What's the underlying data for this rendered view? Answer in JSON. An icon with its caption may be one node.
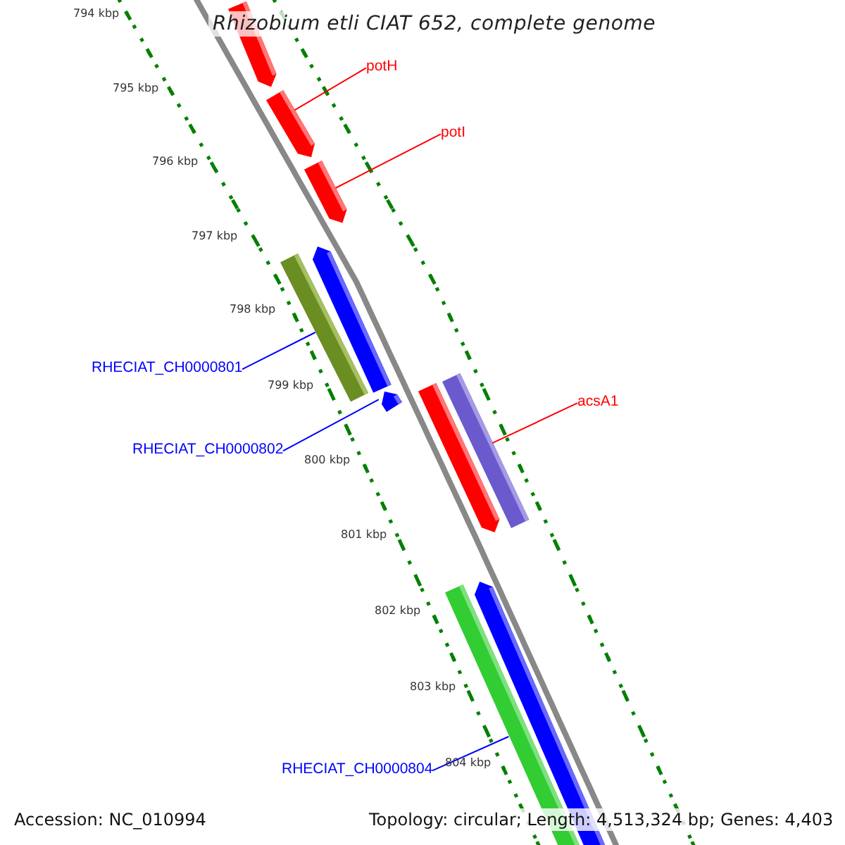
{
  "diagram": {
    "title": "Rhizobium etli CIAT 652, complete genome",
    "nodes": [
      {
        "text": [],
        "shape": "bar"
      },
      {
        "text": [],
        "shape": "bar"
      },
      {
        "text": [],
        "shape": "bar"
      },
      {
        "text": [],
        "shape": "bar"
      },
      {
        "text": [],
        "shape": "bar"
      },
      {
        "text": [],
        "shape": "bar"
      },
      {
        "text": [],
        "shape": "bar"
      },
      {
        "text": [],
        "shape": "bar"
      },
      {
        "text": [],
        "shape": "bar"
      },
      {
        "text": [],
        "shape": "bar"
      },
      {
        "text": [
          "potH"
        ]
      },
      {
        "text": [
          "potI"
        ]
      },
      {
        "text": [
          "RHECIAT_CH0000801"
        ]
      },
      {
        "text": [
          "acsA1"
        ]
      },
      {
        "text": [
          "RHECIAT_CH0000802"
        ]
      },
      {
        "text": [
          "RHECIAT_CH0000804"
        ]
      }
    ],
    "edges": [
      {
        "from": 10,
        "to": 1,
        "arrow": "none",
        "color": "#ff0000"
      },
      {
        "from": 11,
        "to": 2,
        "arrow": "none",
        "color": "#ff0000"
      },
      {
        "from": 12,
        "to": 3,
        "arrow": "none",
        "color": "#0000ff"
      },
      {
        "from": 13,
        "to": 7,
        "arrow": "none",
        "color": "#ff0000"
      },
      {
        "from": 14,
        "to": 5,
        "arrow": "none",
        "color": "#0000ff"
      },
      {
        "from": 15,
        "to": 8,
        "arrow": "none",
        "color": "#0000ff"
      }
    ],
    "labels": [
      "794 kbp",
      "795 kbp",
      "796 kbp",
      "797 kbp",
      "798 kbp",
      "799 kbp",
      "800 kbp",
      "801 kbp",
      "802 kbp",
      "803 kbp",
      "804 kbp",
      "Accession: NC_010994",
      "Topology: circular; Length: 4,513,324 bp; Genes: 4,403"
    ]
  }
}
